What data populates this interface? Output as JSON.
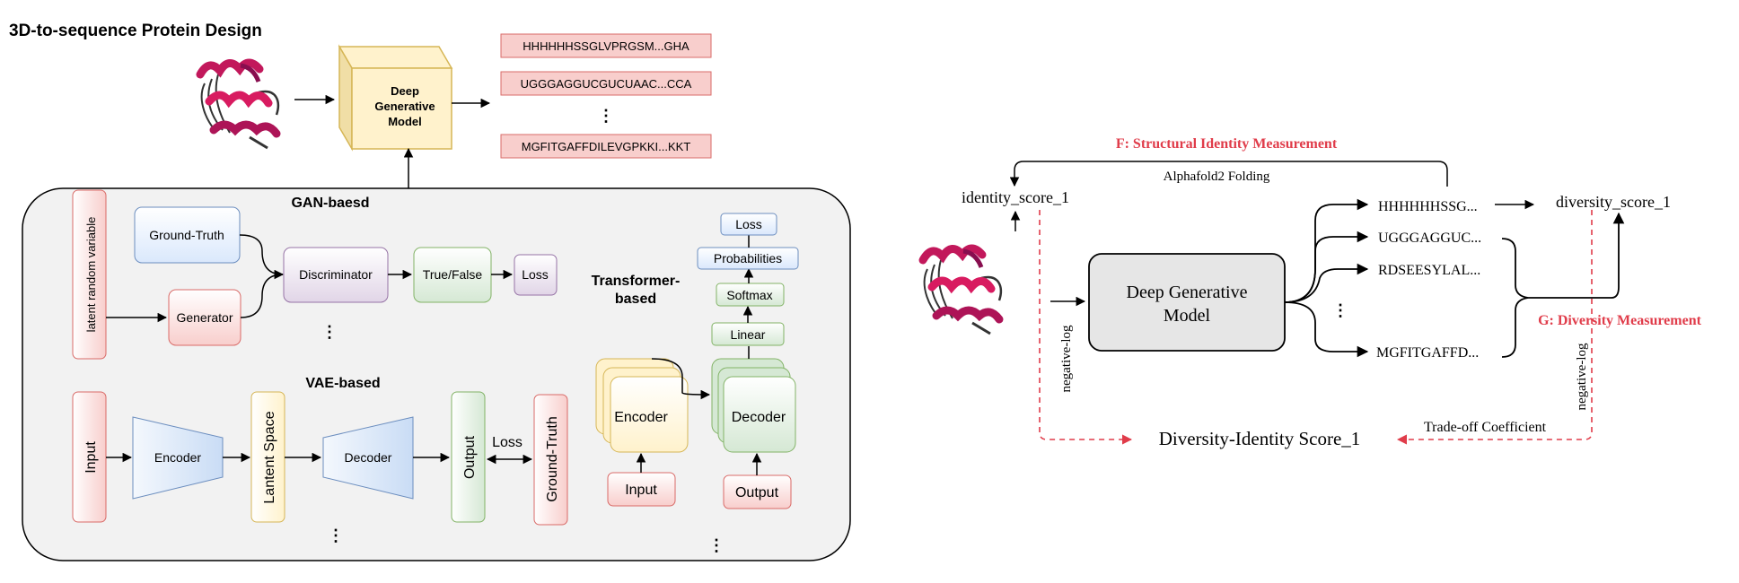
{
  "left": {
    "title": "3D-to-sequence Protein Design",
    "dgm_label": [
      "Deep",
      "Generative",
      "Model"
    ],
    "sequences": [
      "HHHHHHSSGLVPRGSM...GHA",
      "UGGGAGGUCGUCUAAC...CCA",
      "MGFITGAFFDILEVGPKKI...KKT"
    ],
    "ellipsis": "⋮",
    "gan": {
      "heading": "GAN-baesd",
      "latent": "latent random variable",
      "ground_truth": "Ground-Truth",
      "generator": "Generator",
      "discriminator": "Discriminator",
      "true_false": "True/False",
      "loss": "Loss"
    },
    "vae": {
      "heading": "VAE-based",
      "input": "Input",
      "encoder": "Encoder",
      "latent_space": "Lantent Space",
      "decoder": "Decoder",
      "output": "Output",
      "loss": "Loss",
      "ground_truth": "Ground-Truth"
    },
    "transformer": {
      "heading": [
        "Transformer-",
        "based"
      ],
      "encoder": "Encoder",
      "decoder": "Decoder",
      "input": "Input",
      "output": "Output",
      "linear": "Linear",
      "softmax": "Softmax",
      "probabilities": "Probabilities",
      "loss": "Loss"
    }
  },
  "right": {
    "f_label": "F: Structural Identity Measurement",
    "folding": "Alphafold2 Folding",
    "identity": "identity_score_1",
    "dgm_label": [
      "Deep Generative",
      "Model"
    ],
    "sequences": [
      "HHHHHHSSG...",
      "UGGGAGGUC...",
      "RDSEESYLAL...",
      "MGFITGAFFD..."
    ],
    "ellipsis": "⋮",
    "diversity": "diversity_score_1",
    "g_label": "G: Diversity Measurement",
    "negative_log": "negative-log",
    "tradeoff": "Trade-off Coefficient",
    "final": "Diversity-Identity Score_1"
  },
  "colors": {
    "red_label": "#e03c4a",
    "seq_fill": "#f8cecc",
    "seq_stroke": "#d96b68",
    "dgm_fill": "#fff2cc",
    "dgm_stroke": "#d6b656",
    "panel_fill": "#f2f2f2"
  }
}
